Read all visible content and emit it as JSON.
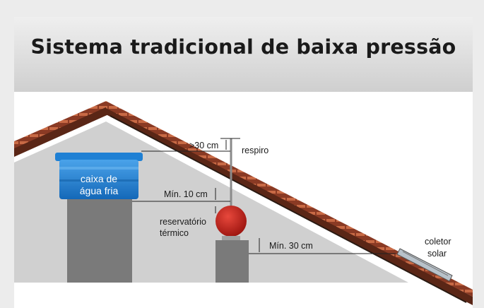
{
  "title": "Sistema tradicional de baixa pressão",
  "labels": {
    "cold_tank_line1": "caixa de",
    "cold_tank_line2": "água fria",
    "gap_30": ">30 cm",
    "vent": "respiro",
    "min_10": "Mín. 10 cm",
    "reservoir_line1": "reservatório",
    "reservoir_line2": "térmico",
    "min_30": "Mín. 30 cm",
    "collector_line1": "coletor",
    "collector_line2": "solar"
  },
  "colors": {
    "tank_blue": "#1e7fd0",
    "reservoir_red": "#c8221a",
    "roof_tile": "#8a3a24",
    "attic_gray": "#d0d0d0",
    "pillar_gray": "#7a7a7a"
  }
}
